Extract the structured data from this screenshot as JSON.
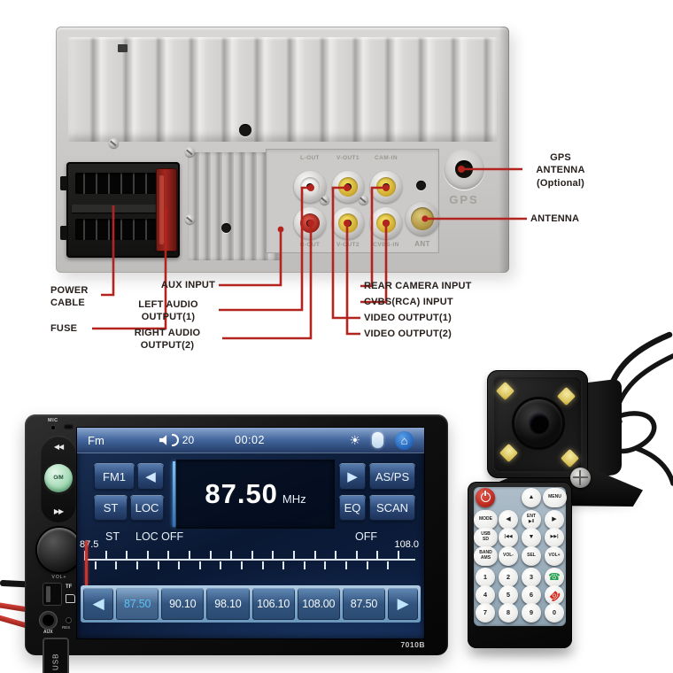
{
  "back_panel": {
    "ports": {
      "l_out": "L-OUT",
      "v_out1": "V-OUT1",
      "cam_in": "CAM-IN",
      "r_out": "R-OUT",
      "v_out2": "V-OUT2",
      "cvbs_in": "CVBS-IN",
      "ant": "ANT",
      "gps": "GPS"
    },
    "callouts": {
      "power_cable": [
        "POWER",
        "CABLE"
      ],
      "fuse": [
        "FUSE"
      ],
      "aux_input": [
        "AUX INPUT"
      ],
      "left_audio_output": [
        "LEFT AUDIO",
        "OUTPUT(1)"
      ],
      "right_audio_output": [
        "RIGHT AUDIO",
        "OUTPUT(2)"
      ],
      "rear_camera_input": [
        "REAR CAMERA INPUT"
      ],
      "cvbs_input": [
        "CVBS(RCA) INPUT"
      ],
      "video_output_1": [
        "VIDEO OUTPUT(1)"
      ],
      "video_output_2": [
        "VIDEO OUTPUT(2)"
      ],
      "gps_antenna": [
        "GPS",
        "ANTENNA",
        "(Optional)"
      ],
      "antenna": [
        "ANTENNA"
      ]
    },
    "colors": {
      "callout_line": "#b3241f",
      "label_text": "#27201d"
    }
  },
  "head_unit": {
    "model": "7010B",
    "side": {
      "mic": "MIC",
      "prev": "◀◀",
      "om": "O/M",
      "next": "▶▶",
      "vol": "VOL+",
      "tf": "TF",
      "aux": "AUX",
      "res": "RES",
      "usb": "USB"
    },
    "screen": {
      "status_bar": {
        "source": "Fm",
        "volume": "20",
        "time": "00:02",
        "home_icon": "⌂"
      },
      "buttons": {
        "fm1": "FM1",
        "prev": "◀",
        "st": "ST",
        "loc": "LOC",
        "next": "▶",
        "asps": "AS/PS",
        "eq": "EQ",
        "scan": "SCAN"
      },
      "frequency": {
        "value": "87.50",
        "unit": "MHz"
      },
      "band_row": {
        "st": "ST",
        "loc": "LOC OFF",
        "right": "OFF"
      },
      "scale": {
        "min": "87.5",
        "max": "108.0"
      },
      "preset_prev": "◀",
      "preset_next": "▶",
      "presets": [
        "87.50",
        "90.10",
        "98.10",
        "106.10",
        "108.00",
        "87.50"
      ],
      "selected_preset_index": 0
    }
  },
  "remote": {
    "buttons": [
      {
        "name": "power",
        "kind": "power",
        "r": 0,
        "c": 0,
        "label": ""
      },
      {
        "name": "up",
        "kind": "round",
        "r": 0,
        "c": 2,
        "label": "▲",
        "cls": "arrowtxt"
      },
      {
        "name": "menu",
        "kind": "wide",
        "r": 0,
        "c": 3,
        "label": "MENU"
      },
      {
        "name": "mode",
        "kind": "wide",
        "r": 1,
        "c": 0,
        "label": "MODE"
      },
      {
        "name": "left",
        "kind": "round",
        "r": 1,
        "c": 1,
        "label": "◀",
        "cls": "arrowtxt"
      },
      {
        "name": "enter",
        "kind": "round",
        "r": 1,
        "c": 2,
        "label": [
          "ENT",
          "▶‖"
        ]
      },
      {
        "name": "right",
        "kind": "round",
        "r": 1,
        "c": 3,
        "label": "▶",
        "cls": "arrowtxt"
      },
      {
        "name": "usb-sd",
        "kind": "wide",
        "r": 2,
        "c": 0,
        "label": [
          "USB",
          "SD"
        ]
      },
      {
        "name": "prev-track",
        "kind": "round",
        "r": 2,
        "c": 1,
        "label": "|◀◀"
      },
      {
        "name": "down",
        "kind": "round",
        "r": 2,
        "c": 2,
        "label": "▼",
        "cls": "arrowtxt"
      },
      {
        "name": "next-track",
        "kind": "round",
        "r": 2,
        "c": 3,
        "label": "▶▶|"
      },
      {
        "name": "band-ams",
        "kind": "wide",
        "r": 3,
        "c": 0,
        "label": [
          "BAND",
          "AMS"
        ]
      },
      {
        "name": "vol-minus",
        "kind": "round",
        "r": 3,
        "c": 1,
        "label": "VOL-"
      },
      {
        "name": "sel",
        "kind": "round",
        "r": 3,
        "c": 2,
        "label": "SEL"
      },
      {
        "name": "vol-plus",
        "kind": "round",
        "r": 3,
        "c": 3,
        "label": "VOL+"
      },
      {
        "name": "digit-1",
        "kind": "round",
        "r": 4,
        "c": 0,
        "label": "1",
        "cls": "digit"
      },
      {
        "name": "digit-2",
        "kind": "round",
        "r": 4,
        "c": 1,
        "label": "2",
        "cls": "digit"
      },
      {
        "name": "digit-3",
        "kind": "round",
        "r": 4,
        "c": 2,
        "label": "3",
        "cls": "digit"
      },
      {
        "name": "call",
        "kind": "call",
        "r": 4,
        "c": 3,
        "label": "☎"
      },
      {
        "name": "digit-4",
        "kind": "round",
        "r": 5,
        "c": 0,
        "label": "4",
        "cls": "digit"
      },
      {
        "name": "digit-5",
        "kind": "round",
        "r": 5,
        "c": 1,
        "label": "5",
        "cls": "digit"
      },
      {
        "name": "digit-6",
        "kind": "round",
        "r": 5,
        "c": 2,
        "label": "6",
        "cls": "digit"
      },
      {
        "name": "end-call",
        "kind": "end",
        "r": 5,
        "c": 3,
        "label": "☎"
      },
      {
        "name": "digit-7",
        "kind": "round",
        "r": 6,
        "c": 0,
        "label": "7",
        "cls": "digit"
      },
      {
        "name": "digit-8",
        "kind": "round",
        "r": 6,
        "c": 1,
        "label": "8",
        "cls": "digit"
      },
      {
        "name": "digit-9",
        "kind": "round",
        "r": 6,
        "c": 2,
        "label": "9",
        "cls": "digit"
      },
      {
        "name": "digit-0",
        "kind": "round",
        "r": 6,
        "c": 3,
        "label": "0",
        "cls": "digit"
      }
    ]
  }
}
